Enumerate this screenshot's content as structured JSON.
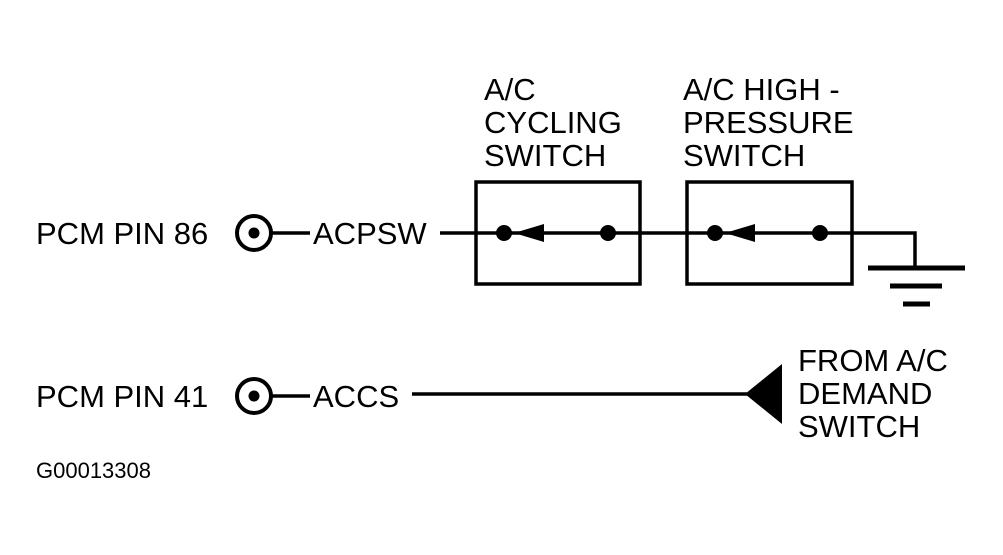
{
  "pcm_pins": [
    {
      "label": "PCM PIN 86",
      "circuit": "ACPSW"
    },
    {
      "label": "PCM PIN 41",
      "circuit": "ACCS"
    }
  ],
  "switches": [
    {
      "label_lines": [
        "A/C",
        "CYCLING",
        "SWITCH"
      ]
    },
    {
      "label_lines": [
        "A/C HIGH -",
        "PRESSURE",
        "SWITCH"
      ]
    }
  ],
  "demand_source": {
    "label_lines": [
      "FROM A/C",
      "DEMAND",
      "SWITCH"
    ]
  },
  "figure_id": "G00013308",
  "icons": {
    "connector": "connector-pin-icon",
    "ground": "ground-icon",
    "arrow": "signal-arrow-icon"
  },
  "colors": {
    "ink": "#000000",
    "background": "#ffffff"
  }
}
